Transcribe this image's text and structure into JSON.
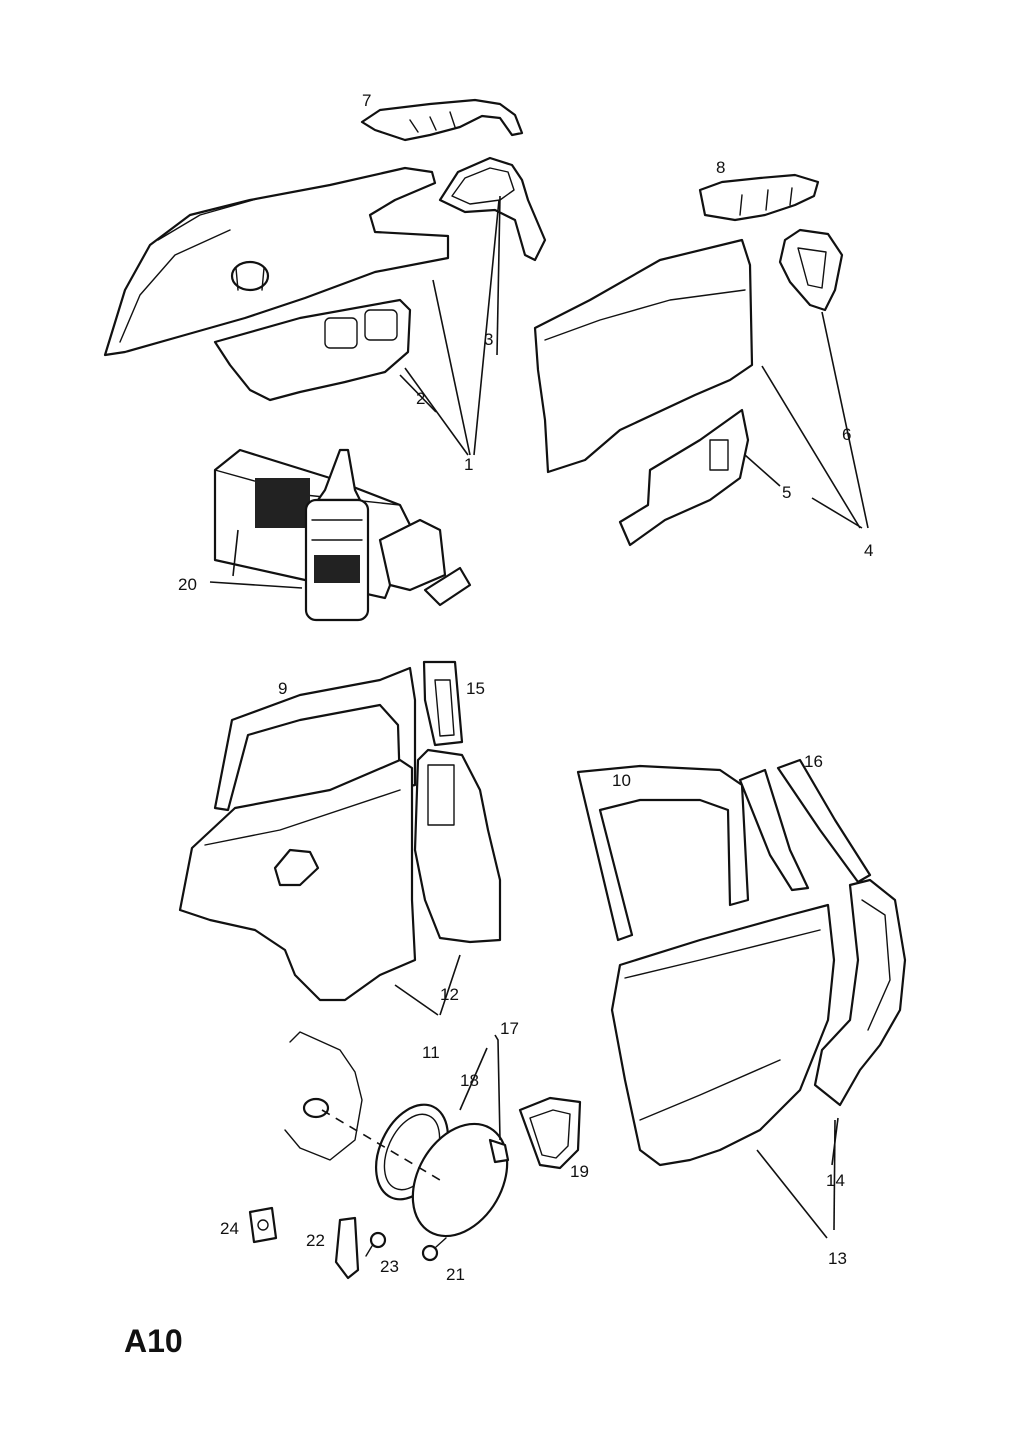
{
  "page_code": "A10",
  "callouts": [
    "1",
    "2",
    "3",
    "4",
    "5",
    "6",
    "7",
    "8",
    "9",
    "10",
    "11",
    "12",
    "13",
    "14",
    "15",
    "16",
    "17",
    "18",
    "19",
    "20",
    "21",
    "22",
    "23",
    "24"
  ],
  "colors": {
    "line": "#111111",
    "background": "#ffffff"
  }
}
